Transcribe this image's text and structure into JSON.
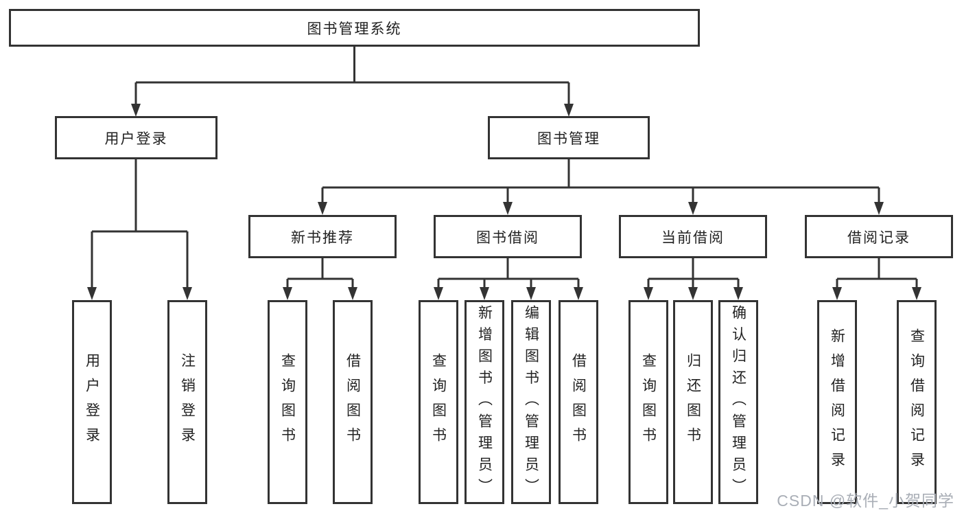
{
  "colors": {
    "line": "#333333",
    "text": "#222222",
    "background": "#ffffff",
    "watermark": "#a9aeb6"
  },
  "diagram": {
    "root": {
      "label": "图书管理系统"
    },
    "branches": [
      {
        "label": "用户登录",
        "children": [
          {
            "label": "用户登录"
          },
          {
            "label": "注销登录"
          }
        ]
      },
      {
        "label": "图书管理",
        "children": [
          {
            "label": "新书推荐",
            "children": [
              {
                "label": "查询图书"
              },
              {
                "label": "借阅图书"
              }
            ]
          },
          {
            "label": "图书借阅",
            "children": [
              {
                "label": "查询图书"
              },
              {
                "label": "新增图书（管理员）"
              },
              {
                "label": "编辑图书（管理员）"
              },
              {
                "label": "借阅图书"
              }
            ]
          },
          {
            "label": "当前借阅",
            "children": [
              {
                "label": "查询图书"
              },
              {
                "label": "归还图书"
              },
              {
                "label": "确认归还（管理员）"
              }
            ]
          },
          {
            "label": "借阅记录",
            "children": [
              {
                "label": "新增借阅记录"
              },
              {
                "label": "查询借阅记录"
              }
            ]
          }
        ]
      }
    ]
  },
  "watermark": "CSDN @软件_小贺同学"
}
